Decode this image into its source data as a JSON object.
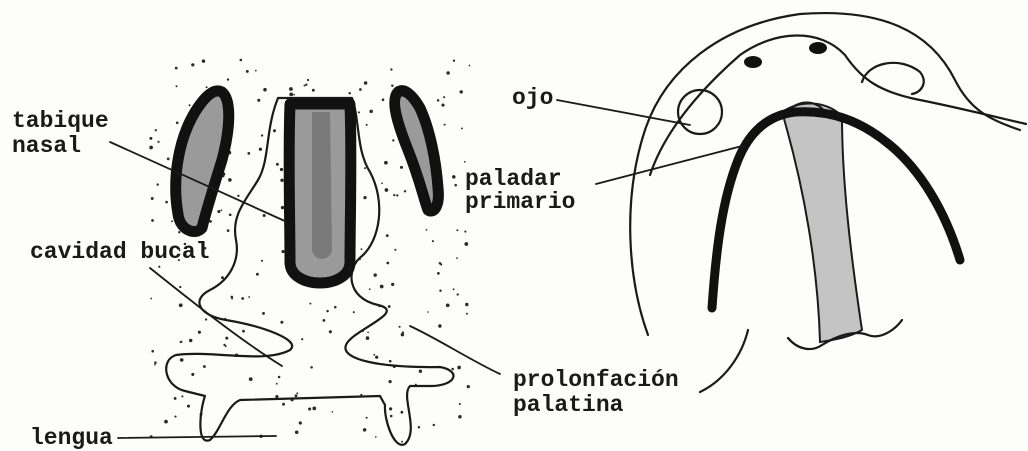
{
  "labels": {
    "tabique_nasal": [
      "tabique",
      "nasal"
    ],
    "cavidad_bucal": "cavidad bucal",
    "lengua": "lengua",
    "ojo": "ojo",
    "paladar_primario": [
      "paladar",
      "primario"
    ],
    "prolongacion_palatina": [
      "prolonfación",
      "palatina"
    ]
  }
}
